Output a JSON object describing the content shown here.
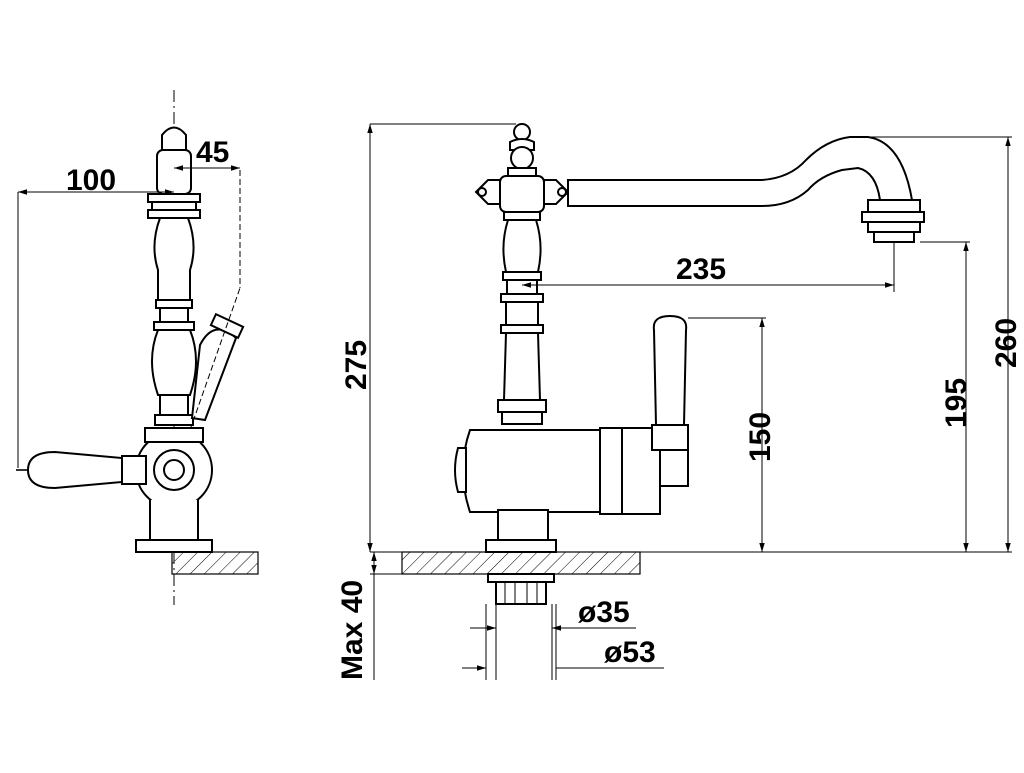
{
  "dimensions": {
    "side_overhang": "100",
    "side_handle_offset": "45",
    "spout_reach": "235",
    "total_height": "275",
    "handle_height": "150",
    "spout_outlet_height": "195",
    "spout_top_height": "260",
    "max_deck_thickness": "Max 40",
    "hole_diameter": "ø35",
    "base_diameter": "ø53"
  }
}
